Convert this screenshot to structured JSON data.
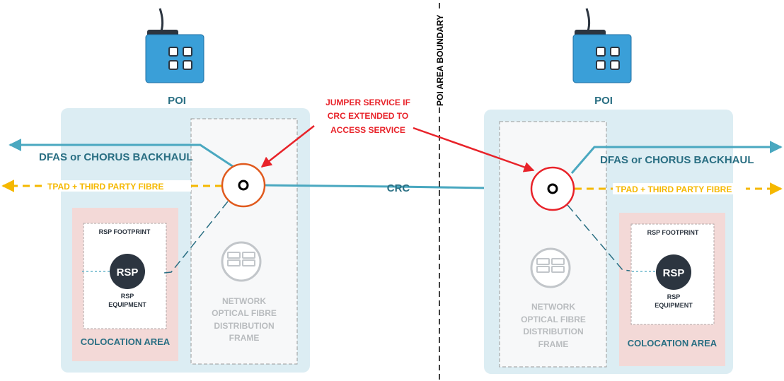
{
  "left": {
    "poi_label": "POI",
    "backhaul_label": "DFAS or CHORUS BACKHAUL",
    "tpad_label": "TPAD + THIRD PARTY FIBRE",
    "rsp_footprint": "RSP FOOTPRINT",
    "rsp_label": "RSP",
    "rsp_equipment": [
      "RSP",
      "EQUIPMENT"
    ],
    "colocation": "COLOCATION AREA",
    "odf_lines": [
      "NETWORK",
      "OPTICAL FIBRE",
      "DISTRIBUTION",
      "FRAME"
    ]
  },
  "right": {
    "poi_label": "POI",
    "backhaul_label": "DFAS or CHORUS BACKHAUL",
    "tpad_label": "TPAD + THIRD PARTY FIBRE",
    "rsp_footprint": "RSP FOOTPRINT",
    "rsp_label": "RSP",
    "rsp_equipment": [
      "RSP",
      "EQUIPMENT"
    ],
    "colocation": "COLOCATION AREA",
    "odf_lines": [
      "NETWORK",
      "OPTICAL FIBRE",
      "DISTRIBUTION",
      "FRAME"
    ]
  },
  "crc_label": "CRC",
  "boundary_label": "POI AREA BOUNDARY",
  "jumper_lines": [
    "JUMPER SERVICE IF",
    "CRC EXTENDED TO",
    "ACCESS SERVICE"
  ],
  "colors": {
    "poi_bg": "#dcedf3",
    "colo_bg": "#f3d9d7",
    "teal": "#4aa8c0",
    "dark_teal": "#2a6f83",
    "orange_ring": "#e05a1e",
    "red": "#e8232a",
    "yellow": "#f5b800",
    "rsp_dark": "#2c3540",
    "building_blue": "#3a9fd8",
    "grey_text": "#b9bcbf"
  }
}
